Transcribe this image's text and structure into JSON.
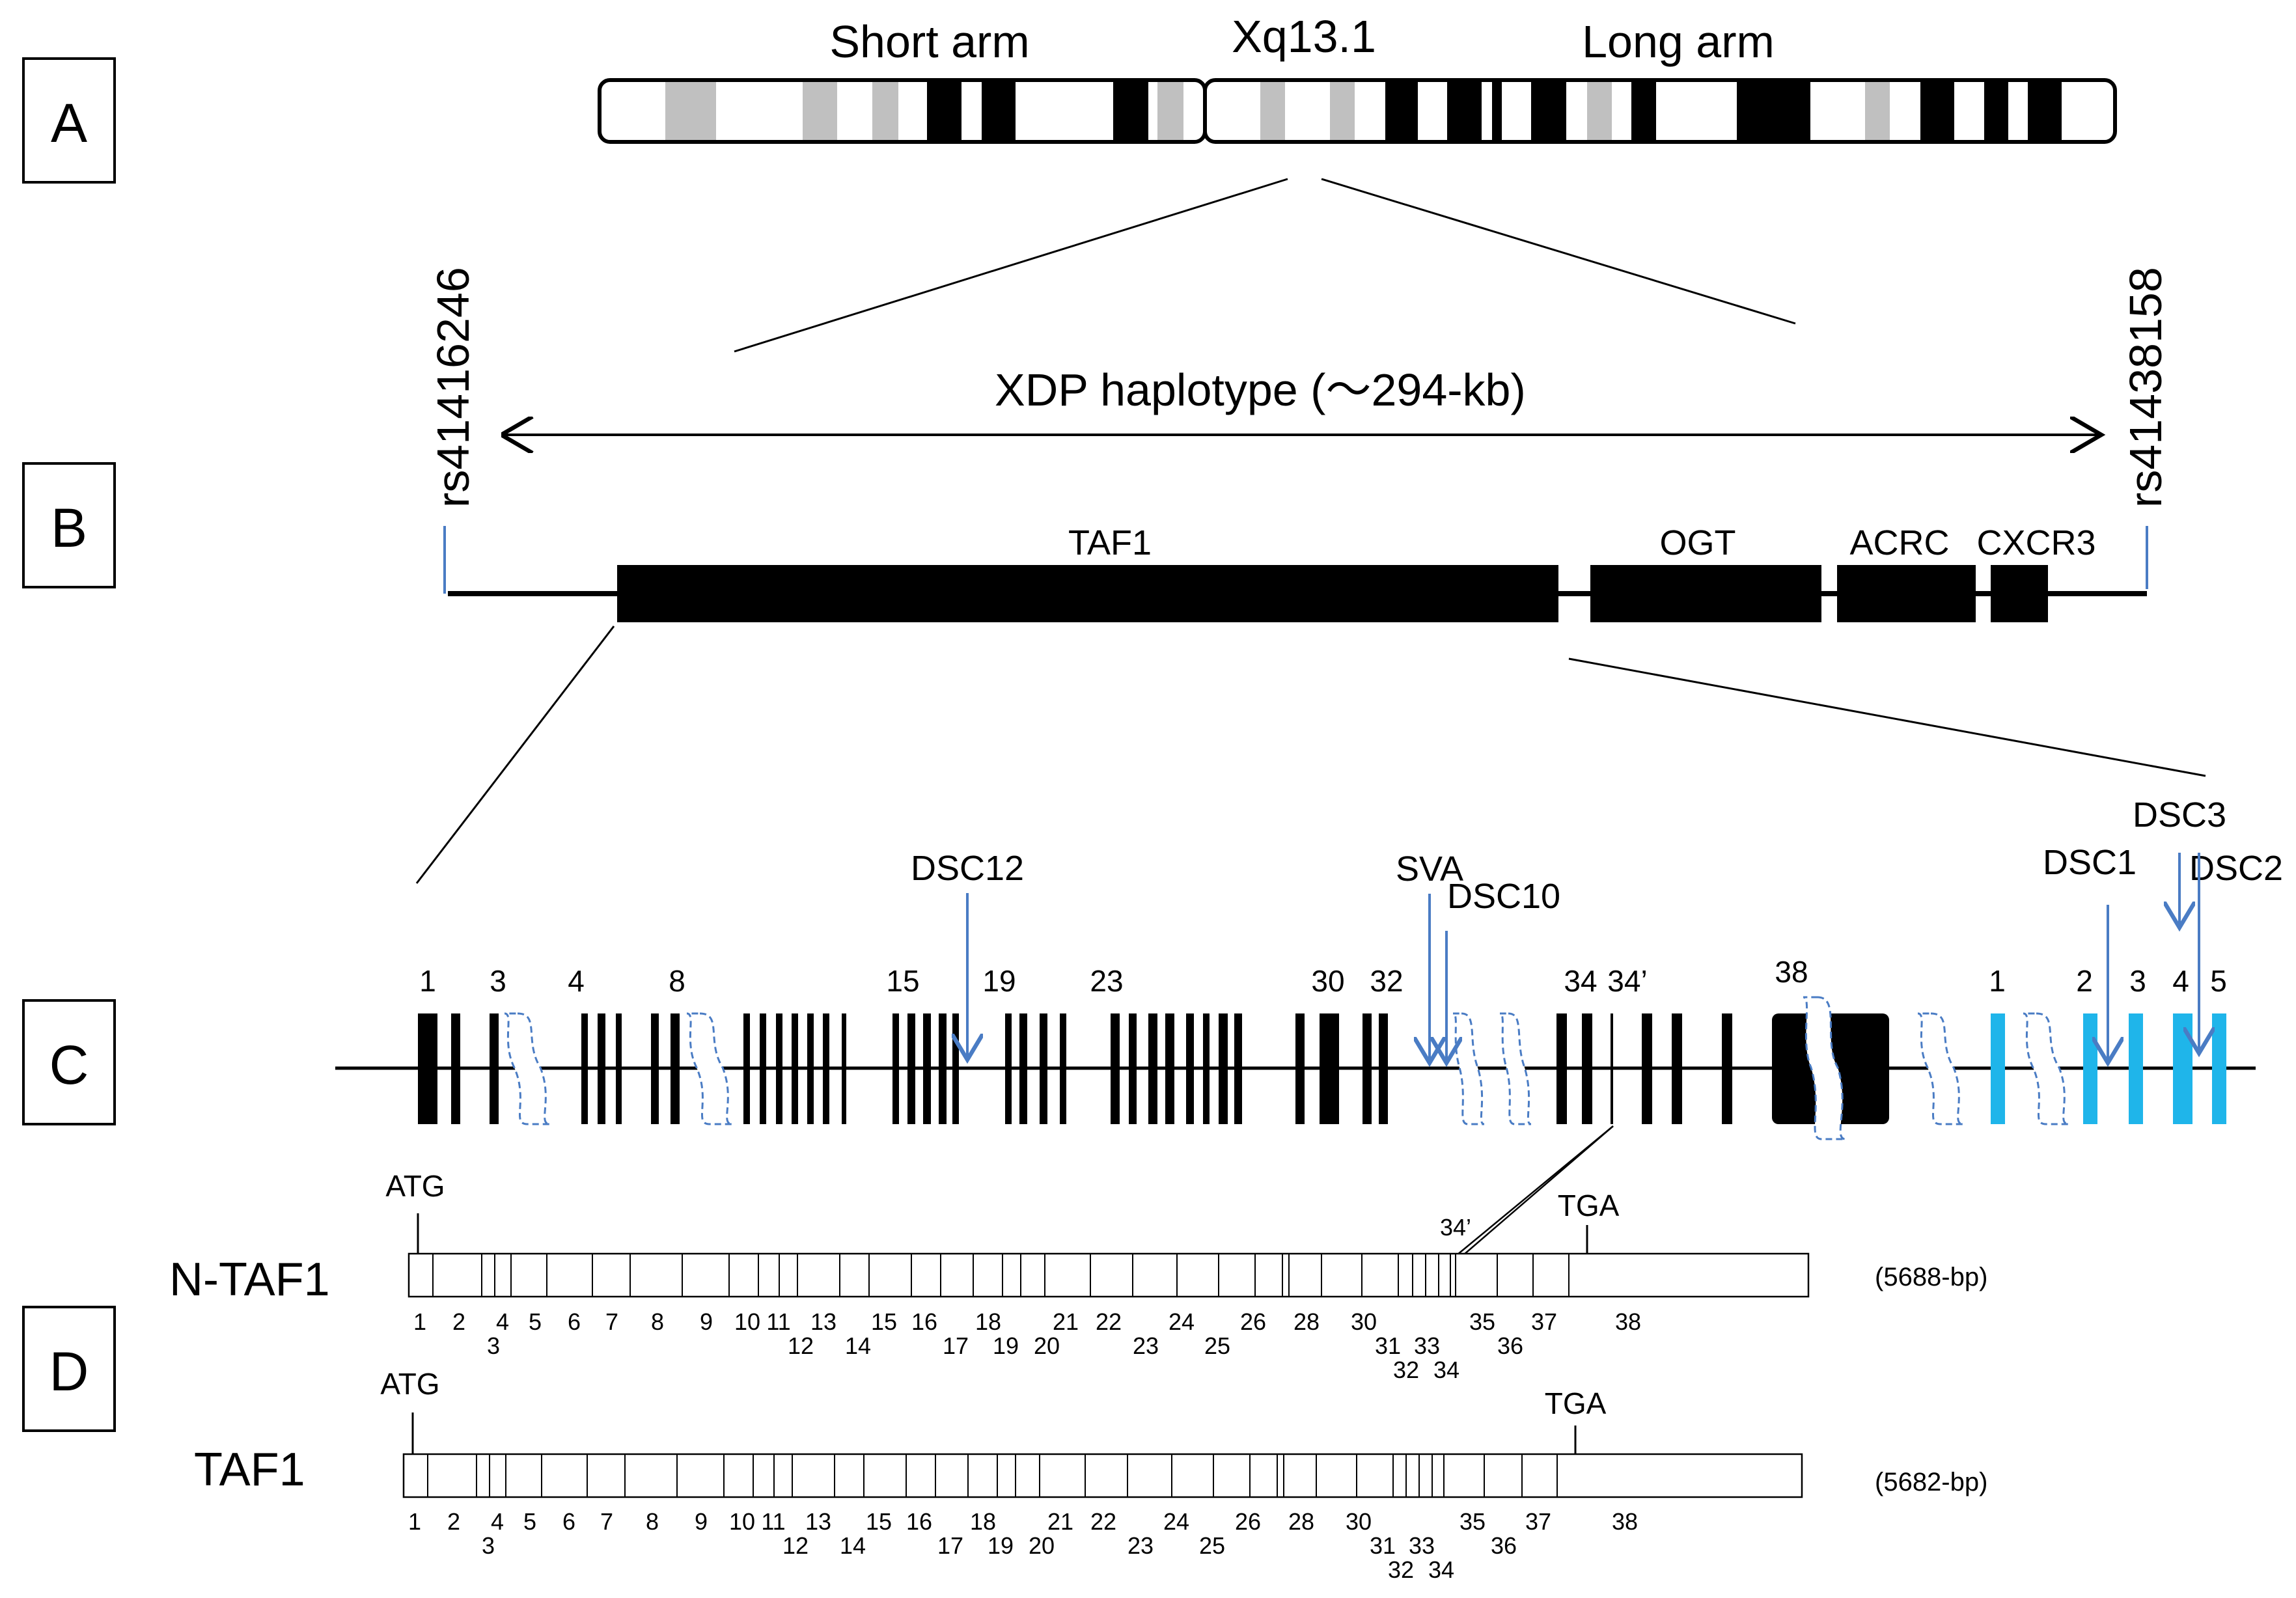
{
  "panels": [
    "A",
    "B",
    "C",
    "D"
  ],
  "panel_a": {
    "short_arm": "Short arm",
    "band": "Xq13.1",
    "long_arm": "Long arm"
  },
  "panel_b": {
    "snp_left": "rs41416246",
    "snp_right": "rs41438158",
    "haplotype": "XDP haplotype (～294-kb)",
    "genes": [
      "TAF1",
      "OGT",
      "ACRC",
      "CXCR3"
    ]
  },
  "panel_c": {
    "exon_labels": [
      "1",
      "3",
      "4",
      "8",
      "15",
      "19",
      "23",
      "30",
      "32",
      "34",
      "34’",
      "38"
    ],
    "sva_exon_labels": [
      "1",
      "2",
      "3",
      "4",
      "5"
    ],
    "insertions": [
      "DSC12",
      "SVA",
      "DSC10",
      "DSC1",
      "DSC3",
      "DSC2"
    ],
    "colors": {
      "exon": "#000000",
      "sva_exon": "#1fb5ea",
      "arrow": "#4a7cc4",
      "break": "#4a7cc4"
    }
  },
  "panel_d": {
    "start_codon": "ATG",
    "stop_codon": "TGA",
    "exon_34_prime": "34’",
    "transcripts": [
      {
        "name": "N-TAF1",
        "length": "(5688-bp)",
        "top_labels": [
          "1",
          "2",
          "4",
          "5",
          "6",
          "7",
          "8",
          "9",
          "10",
          "11",
          "13",
          "15",
          "16",
          "18",
          "21",
          "22",
          "24",
          "26",
          "28",
          "30",
          "35",
          "37",
          "38"
        ],
        "bottom_labels": [
          "3",
          "12",
          "14",
          "17",
          "19",
          "20",
          "23",
          "25",
          "31",
          "33",
          "36"
        ],
        "third_labels": [
          "32",
          "34"
        ]
      },
      {
        "name": "TAF1",
        "length": "(5682-bp)",
        "top_labels": [
          "1",
          "2",
          "4",
          "5",
          "6",
          "7",
          "8",
          "9",
          "10",
          "11",
          "13",
          "15",
          "16",
          "18",
          "21",
          "22",
          "24",
          "26",
          "28",
          "30",
          "35",
          "37",
          "38"
        ],
        "bottom_labels": [
          "3",
          "12",
          "14",
          "17",
          "19",
          "20",
          "23",
          "25",
          "31",
          "33",
          "36"
        ],
        "third_labels": [
          "32",
          "34"
        ]
      }
    ]
  }
}
